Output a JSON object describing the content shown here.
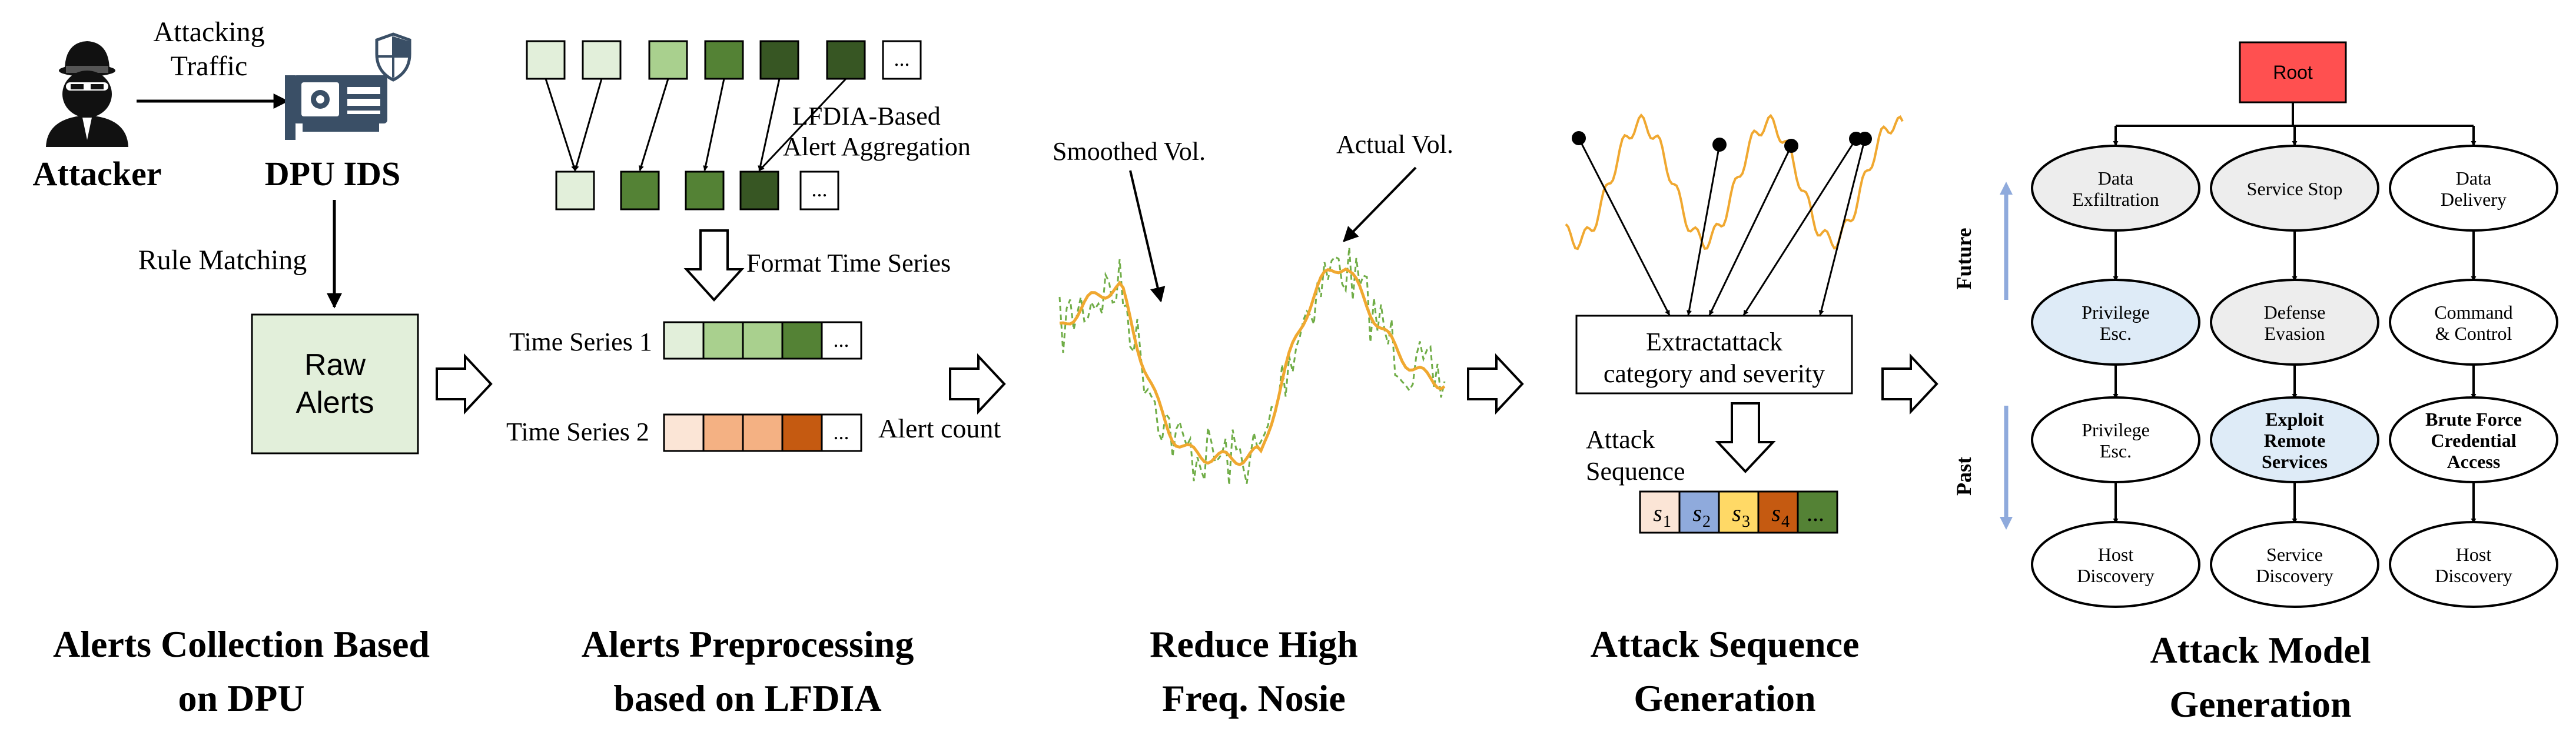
{
  "panel1": {
    "attacker_label": "Attacker",
    "traffic_line1": "Attacking",
    "traffic_line2": "Traffic",
    "ids_label": "DPU IDS",
    "rule_matching": "Rule Matching",
    "raw_line1": "Raw",
    "raw_line2": "Alerts",
    "caption_line1": "Alerts Collection Based",
    "caption_line2": "on DPU"
  },
  "panel2": {
    "more_symbol": "...",
    "agg_line1": "LFDIA-Based",
    "agg_line2": "Alert Aggregation",
    "format_label": "Format Time Series",
    "ts1_label": "Time Series 1",
    "ts2_label": "Time Series 2",
    "alert_count": "Alert count",
    "caption_line1": "Alerts Preprocessing",
    "caption_line2": "based on LFDIA"
  },
  "panel3": {
    "smoothed_label": "Smoothed Vol.",
    "actual_label": "Actual Vol.",
    "caption_line1": "Reduce High",
    "caption_line2": "Freq. Nosie"
  },
  "panel4": {
    "extract_line1": "Extractattack",
    "extract_line2": "category and severity",
    "seq_line1": "Attack",
    "seq_line2": "Sequence",
    "seq_items": [
      "s",
      "s",
      "s",
      "s",
      "..."
    ],
    "seq_subs": [
      "1",
      "2",
      "3",
      "4",
      ""
    ],
    "caption_line1": "Attack Sequence",
    "caption_line2": "Generation"
  },
  "panel5": {
    "root": "Root",
    "future_label": "Future",
    "past_label": "Past",
    "col1": [
      [
        "Data",
        "Exfiltration"
      ],
      [
        "Privilege",
        "Esc."
      ],
      [
        "Privilege",
        "Esc."
      ],
      [
        "Host",
        "Discovery"
      ]
    ],
    "col2": [
      [
        "Service Stop"
      ],
      [
        "Defense",
        "Evasion"
      ],
      [
        "Exploit",
        "Remote",
        "Services"
      ],
      [
        "Service",
        "Discovery"
      ]
    ],
    "col3": [
      [
        "Data",
        "Delivery"
      ],
      [
        "Command",
        "& Control"
      ],
      [
        "Brute Force",
        "Credential",
        "Access"
      ],
      [
        "Host",
        "Discovery"
      ]
    ],
    "caption_line1": "Attack Model",
    "caption_line2": "Generation"
  },
  "colors": {
    "green_lightest": "#e2efda",
    "green_light": "#a9d08e",
    "green_mid": "#548235",
    "green_dark": "#375623",
    "raw_alerts_fill": "#e2efda",
    "orange_lightest": "#fbe5d6",
    "orange_light": "#f4b183",
    "orange_dark": "#c55a11",
    "smoothed_line": "#f0a830",
    "actual_line": "#70ad47",
    "seq_s1": "#fbe5d6",
    "seq_s2": "#8faadc",
    "seq_s3": "#ffd966",
    "seq_s4": "#c55a11",
    "seq_more": "#548235",
    "root_fill": "#ff5050",
    "node_gray": "#ededed",
    "node_blue": "#deebf7",
    "node_white": "#ffffff",
    "timeline_arrow": "#8faadc"
  }
}
